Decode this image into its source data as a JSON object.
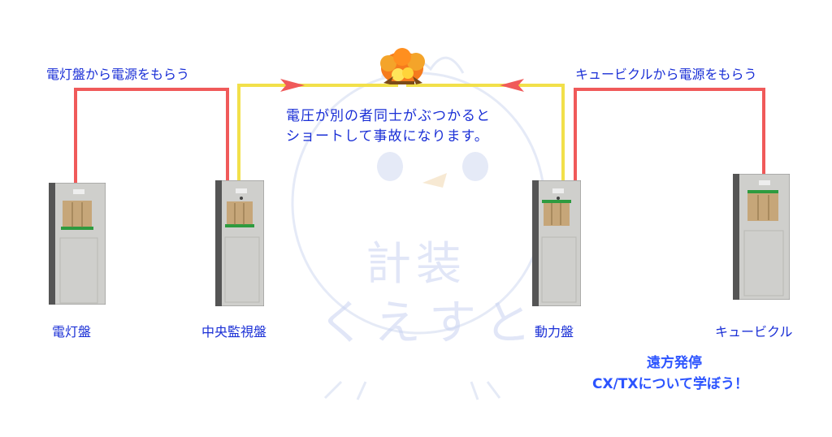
{
  "labels": {
    "left_supply": "電灯盤から電源をもらう",
    "right_supply": "キュービクルから電源をもらう",
    "collision_line1": "電圧が別の者同士がぶつかると",
    "collision_line2": "ショートして事故になります。"
  },
  "panels": [
    {
      "name": "電灯盤",
      "id": "lighting-panel"
    },
    {
      "name": "中央監視盤",
      "id": "central-monitoring-panel"
    },
    {
      "name": "動力盤",
      "id": "power-panel"
    },
    {
      "name": "キュービクル",
      "id": "cubicle"
    }
  ],
  "footer": {
    "line1": "遠方発停",
    "line2": "CX/TXについて学ぼう！"
  },
  "watermark": {
    "line1": "計装",
    "line2": "くえすと"
  },
  "colors": {
    "red_wire": "#f05a5a",
    "yellow_wire": "#f2e04a",
    "label_blue": "#1a2fd6",
    "footer_blue": "#2c54ff",
    "panel_gray": "#c8c8c6"
  },
  "icons": {
    "collision": "explosion-icon",
    "arrows": "arrow-right-icon"
  }
}
